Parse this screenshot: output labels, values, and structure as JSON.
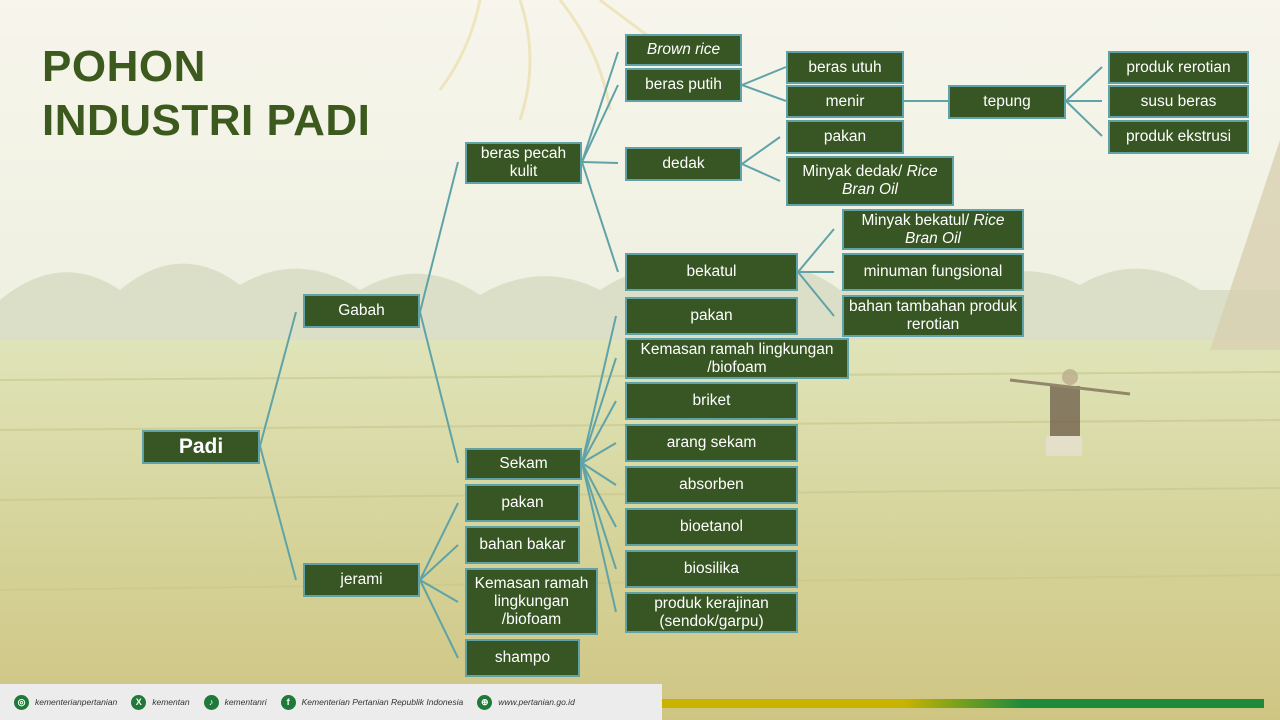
{
  "title": {
    "line1": "POHON",
    "line2": "INDUSTRI PADI"
  },
  "nodes": {
    "padi": "Padi",
    "gabah": "Gabah",
    "jerami": "jerami",
    "beras_pecah_kulit": "beras pecah kulit",
    "sekam": "Sekam",
    "brown_rice": "Brown rice",
    "beras_putih": "beras putih",
    "dedak": "dedak",
    "bekatul": "bekatul",
    "beras_utuh": "beras utuh",
    "menir": "menir",
    "tepung": "tepung",
    "produk_rerotian": "produk rerotian",
    "susu_beras": "susu beras",
    "produk_ekstrusi": "produk ekstrusi",
    "dedak_pakan": "pakan",
    "minyak_dedak_prefix": "Minyak dedak/ ",
    "minyak_dedak_italic": "Rice Bran Oil",
    "minyak_bekatul_prefix": "Minyak bekatul/ ",
    "minyak_bekatul_italic": "Rice Bran Oil",
    "minuman_fungsional": "minuman fungsional",
    "bahan_tambahan": "bahan tambahan produk rerotian",
    "sekam_pakan": "pakan",
    "sekam_kemasan": "Kemasan ramah lingkungan /biofoam",
    "briket": "briket",
    "arang_sekam": "arang sekam",
    "absorben": "absorben",
    "bioetanol": "bioetanol",
    "biosilika": "biosilika",
    "produk_kerajinan": "produk kerajinan (sendok/garpu)",
    "jerami_pakan": "pakan",
    "bahan_bakar": "bahan bakar",
    "jerami_kemasan": "Kemasan ramah lingkungan /biofoam",
    "shampo": "shampo"
  },
  "footer": {
    "instagram": "kementerianpertanian",
    "x": "kementan",
    "tiktok": "kementanri",
    "facebook": "Kementerian Pertanian Republik Indonesia",
    "web": "www.pertanian.go.id"
  },
  "colors": {
    "node_fill": "#375623",
    "node_border": "#5fa3a8",
    "title": "#3d5a1e",
    "connector": "#5fa3a8"
  },
  "icons": [
    "instagram-icon",
    "x-icon",
    "tiktok-icon",
    "facebook-icon",
    "globe-icon"
  ]
}
